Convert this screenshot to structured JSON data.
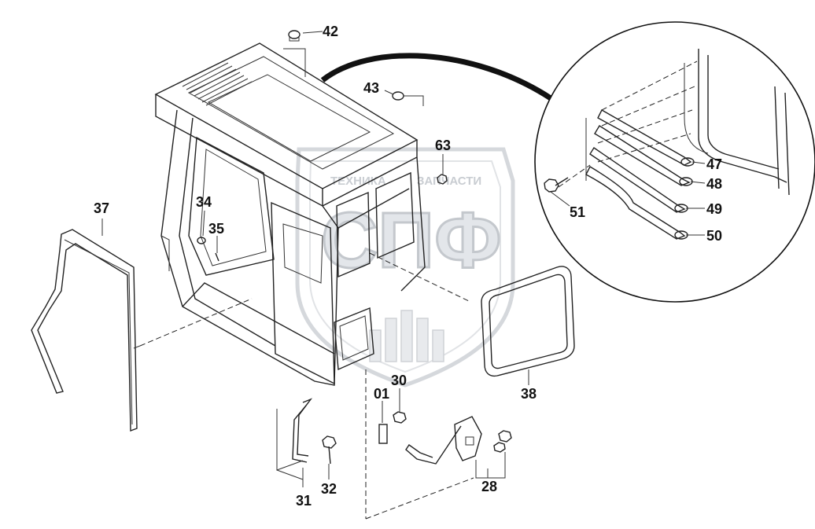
{
  "watermark": {
    "top_text": "ТЕХНИКА",
    "top_text_right": "ЗАПЧАСТИ",
    "logo_text": "СПФ"
  },
  "labels": {
    "p42": "42",
    "p43": "43",
    "p63": "63",
    "p34": "34",
    "p35": "35",
    "p37": "37",
    "p38": "38",
    "p01": "01",
    "p30": "30",
    "p31": "31",
    "p32": "32",
    "p28": "28",
    "p47": "47",
    "p48": "48",
    "p49": "49",
    "p50": "50",
    "p51": "51"
  },
  "colors": {
    "ink": "#111111",
    "watermark": "#c9cdd2"
  }
}
